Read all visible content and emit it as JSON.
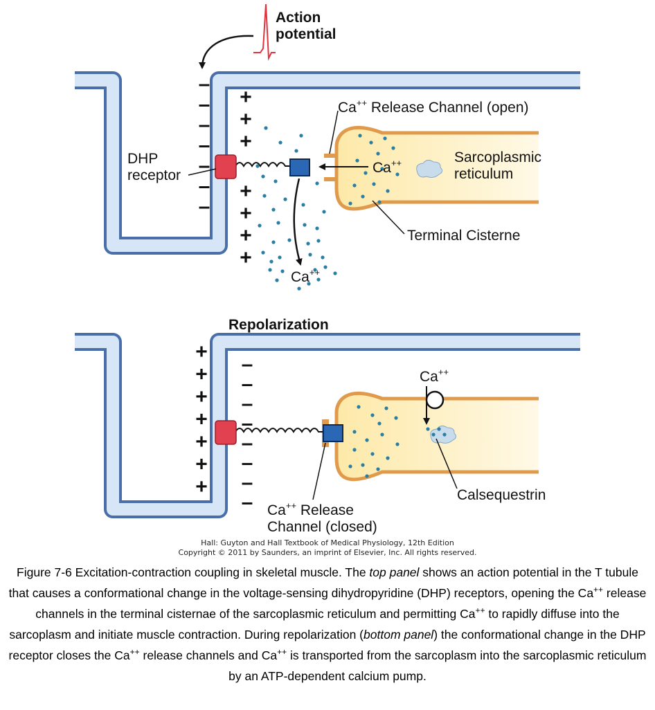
{
  "top_panel": {
    "action_potential_label": [
      "Action",
      "potential"
    ],
    "ttubule_signs_outside": [
      "–",
      "–",
      "–",
      "–",
      "–",
      "–",
      "–"
    ],
    "ttubule_signs_inside": [
      "+",
      "+",
      "+",
      "+",
      "+",
      "+",
      "+"
    ],
    "dhp_receptor_label": [
      "DHP",
      "receptor"
    ],
    "release_channel_label": "Ca++ Release Channel (open)",
    "release_channel_prefix": "Ca",
    "release_channel_suffix": " Release Channel (open)",
    "ca_label": "Ca",
    "ca_sup": "++",
    "sarcoplasmic_label": [
      "Sarcoplasmic",
      "reticulum"
    ],
    "terminal_cisterne_label": "Terminal Cisterne",
    "diffused_ca_label": "Ca",
    "diffused_ca_sup": "++"
  },
  "bottom_panel": {
    "title": "Repolarization",
    "ttubule_signs_outside": [
      "+",
      "+",
      "+",
      "+",
      "+",
      "+",
      "+"
    ],
    "ttubule_signs_inside": [
      "–",
      "–",
      "–",
      "–",
      "–",
      "–",
      "–",
      "–"
    ],
    "pump_ca_label": "Ca",
    "pump_ca_sup": "++",
    "release_channel_label_line1_prefix": "Ca",
    "release_channel_label_line1_suffix": " Release",
    "release_channel_label_line2": "Channel (closed)",
    "calsequestrin_label": "Calsequestrin"
  },
  "credit": {
    "line1": "Hall: Guyton and Hall Textbook of Medical Physiology, 12th Edition",
    "line2": "Copyright © 2011 by Saunders, an imprint of Elsevier, Inc. All rights reserved."
  },
  "caption": {
    "t1": "Figure 7-6 Excitation-contraction coupling in skeletal muscle. The ",
    "t2": "top panel",
    "t3": " shows an action potential in the T tubule that causes a conformational change in the voltage-sensing dihydropyridine (DHP) receptors, opening the Ca",
    "sup1": "++",
    "t4": " release channels in the terminal cisternae of the sarcoplasmic reticulum and permitting Ca",
    "sup2": "++",
    "t5": " to rapidly diffuse into the sarcoplasm and initiate muscle contraction. During repolarization (",
    "t6": "bottom panel",
    "t7": ") the conformational change in the DHP receptor closes the Ca",
    "sup3": "++",
    "t8": " release channels and Ca",
    "sup4": "++",
    "t9": " is transported from the sarcoplasm into the sarcoplasmic reticulum by an ATP-dependent calcium pump."
  },
  "colors": {
    "membrane": "#4a6ea8",
    "ttubule_lumen": "#d6e6f6",
    "dhp_receptor": "#e2414f",
    "release_channel": "#2a67b4",
    "sr_fill": "#fdf1c4",
    "sr_outline": "#e09a4b",
    "ca_dot": "#2b7ea3",
    "action_potential": "#e0333e"
  }
}
